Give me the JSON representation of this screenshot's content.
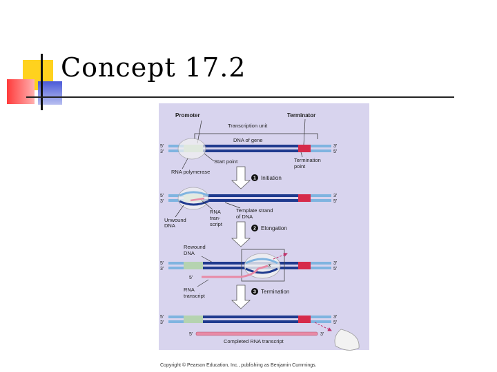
{
  "slide": {
    "title": "Concept 17.2",
    "copyright": "Copyright © Pearson Education, Inc., publishing as Benjamin Cummings."
  },
  "colors": {
    "panel": "#d8d4ee",
    "dna_dark": "#1f3a8e",
    "dna_light": "#7fb4e0",
    "promoter": "#b5d3b0",
    "terminator": "#d62a4a",
    "rna": "#e88aa6",
    "polymerase": "#f2f2f2"
  },
  "diagram": {
    "promoter": "Promoter",
    "terminator": "Terminator",
    "transcription_unit": "Transcription unit",
    "dna_of_gene": "DNA of gene",
    "start_point": "Start point",
    "rna_polymerase": "RNA polymerase",
    "termination_point": [
      "Termination",
      "point"
    ],
    "unwound_dna": [
      "Unwound",
      "DNA"
    ],
    "rna_transcript_1": [
      "RNA",
      "tran-",
      "script"
    ],
    "template_strand": [
      "Template strand",
      "of DNA"
    ],
    "rewound_dna": [
      "Rewound",
      "DNA"
    ],
    "rna_transcript_3": [
      "RNA",
      "transcript"
    ],
    "completed_rna_transcript": "Completed RNA transcript",
    "five_prime": "5′",
    "three_prime": "3′",
    "steps": [
      {
        "number": "1",
        "label": "Initiation"
      },
      {
        "number": "2",
        "label": "Elongation"
      },
      {
        "number": "3",
        "label": "Termination"
      }
    ]
  }
}
